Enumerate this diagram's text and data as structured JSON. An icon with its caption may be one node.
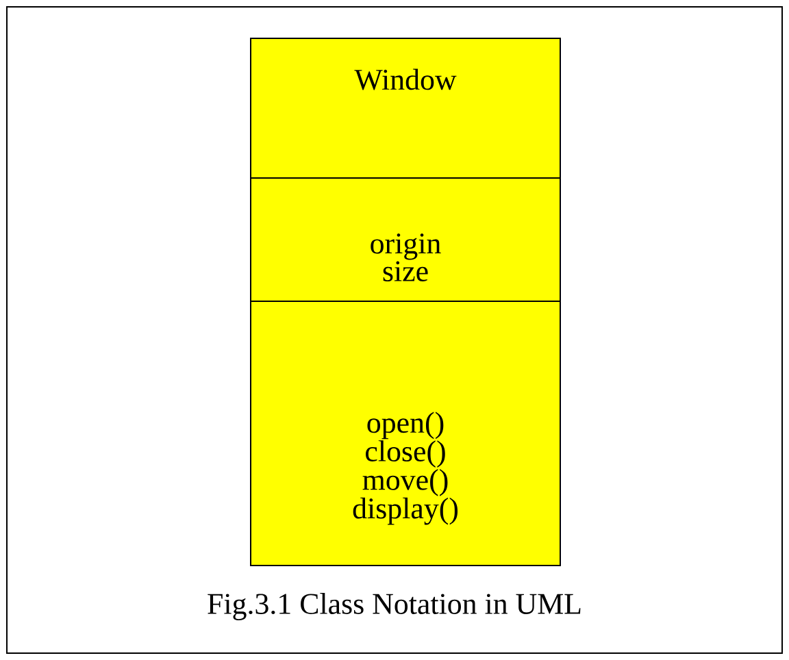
{
  "diagram": {
    "caption": "Fig.3.1 Class Notation in UML",
    "nodes": [
      {
        "text": [
          "Window",
          "origin size",
          "open() close() move() display()"
        ]
      }
    ]
  }
}
